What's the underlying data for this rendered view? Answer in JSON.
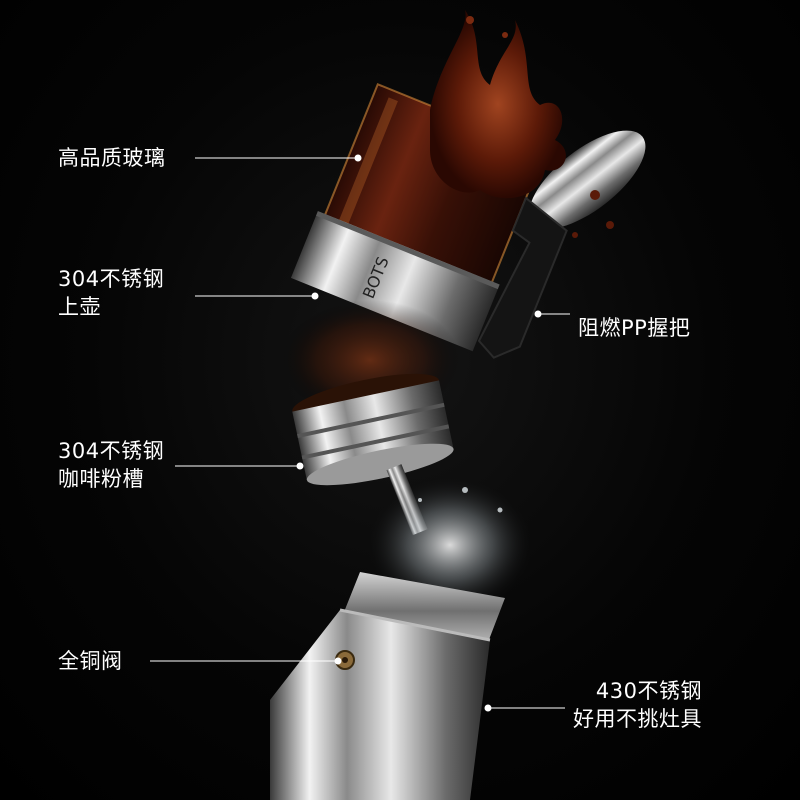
{
  "callouts": {
    "glass": {
      "line1": "高品质玻璃"
    },
    "upper_pot": {
      "line1": "304不锈钢",
      "line2": "上壶"
    },
    "handle": {
      "line1": "阻燃PP握把"
    },
    "coffee_basket": {
      "line1": "304不锈钢",
      "line2": "咖啡粉槽"
    },
    "valve": {
      "line1": "全铜阀"
    },
    "base": {
      "line1": "430不锈钢",
      "line2": "好用不挑灶具"
    }
  },
  "brand_mark": "BOTS",
  "colors": {
    "background": "#000000",
    "text": "#ffffff",
    "coffee": "#5a1e0c",
    "steel": "#c8c8c8"
  }
}
